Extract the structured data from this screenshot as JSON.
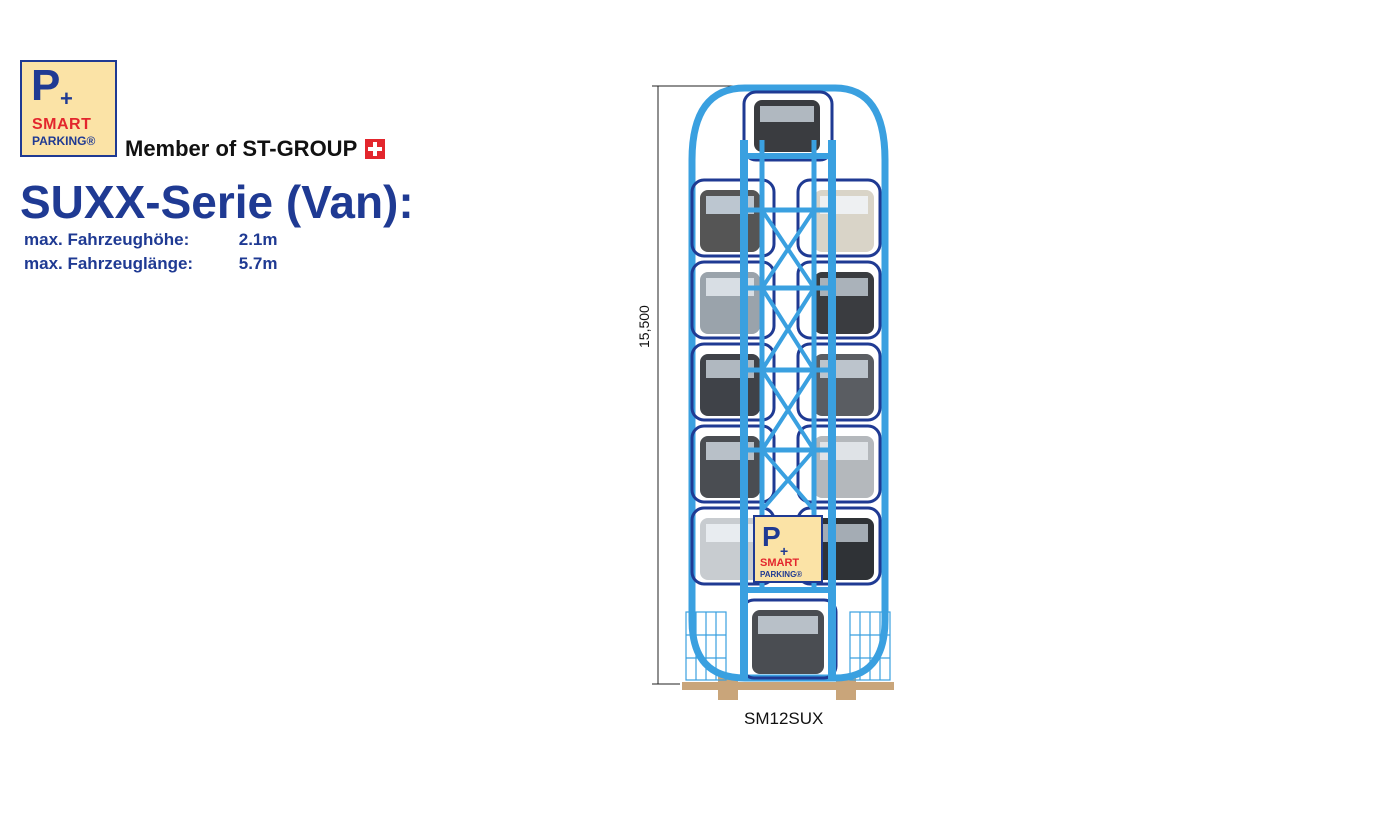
{
  "logo": {
    "letter": "P",
    "plus": "+",
    "line1": "SMART",
    "line2": "PARKING®"
  },
  "member_text": "Member of ST-GROUP",
  "title": "SUXX-Serie (Van):",
  "specs": [
    {
      "label": "max. Fahrzeughöhe:",
      "value": "2.1m"
    },
    {
      "label": "max. Fahrzeuglänge:",
      "value": "5.7m"
    }
  ],
  "diagram": {
    "height_dimension": "15,500",
    "model": "SM12SUX"
  },
  "colors": {
    "brand_blue": "#1f3a93",
    "frame_blue": "#3aa0e0",
    "dark_blue": "#1f3a93",
    "logo_bg": "#fbe3a6",
    "accent_red": "#e3262d"
  }
}
